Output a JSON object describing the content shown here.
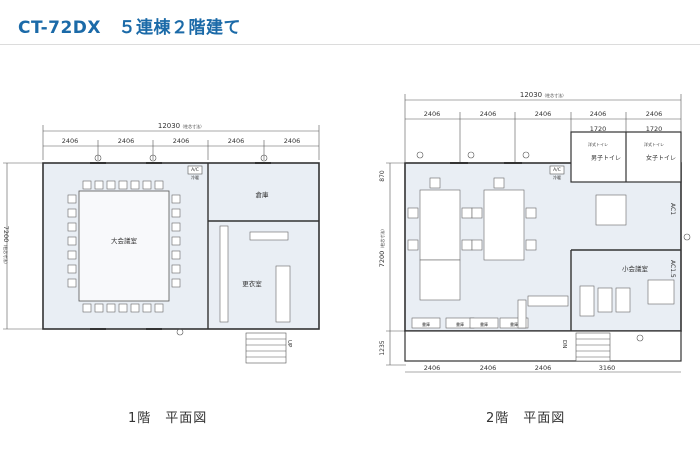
{
  "header": {
    "title": "CT-72DX　５連棟２階建て"
  },
  "plan1": {
    "caption": "1階　平面図",
    "total_width": "12030",
    "total_width_note": "（柱芯寸法）",
    "depth": "7200",
    "depth_note": "（柱芯寸法）",
    "modules": [
      "2406",
      "2406",
      "2406",
      "2406",
      "2406"
    ],
    "rooms": {
      "meeting": "大会議室",
      "storage": "倉庫",
      "locker": "更衣室"
    },
    "ac_label": "A/C",
    "ac_sub": "冷暖",
    "stair_label": "UP"
  },
  "plan2": {
    "caption": "2階　平面図",
    "total_width": "12030",
    "total_width_note": "（柱芯寸法）",
    "depth": "7200",
    "depth_note": "（柱芯寸法）",
    "top_dim": "870",
    "bottom_dim": "1235",
    "modules_top": [
      "2406",
      "2406",
      "2406",
      "2406",
      "2406"
    ],
    "modules_bottom": [
      "2406",
      "2406",
      "2406",
      "3160"
    ],
    "toilet_width": [
      "1720",
      "1720"
    ],
    "toilet_sink": "洋式トイレ",
    "rooms": {
      "mens_toilet": "男子トイレ",
      "womens_toilet": "女子トイレ",
      "small_meeting": "小会議室"
    },
    "ac_label": "A/C",
    "ac_sub": "冷暖",
    "ac1": "AC1",
    "ac15": "AC1.5",
    "stair_label": "DN",
    "cabinet": "書庫"
  }
}
